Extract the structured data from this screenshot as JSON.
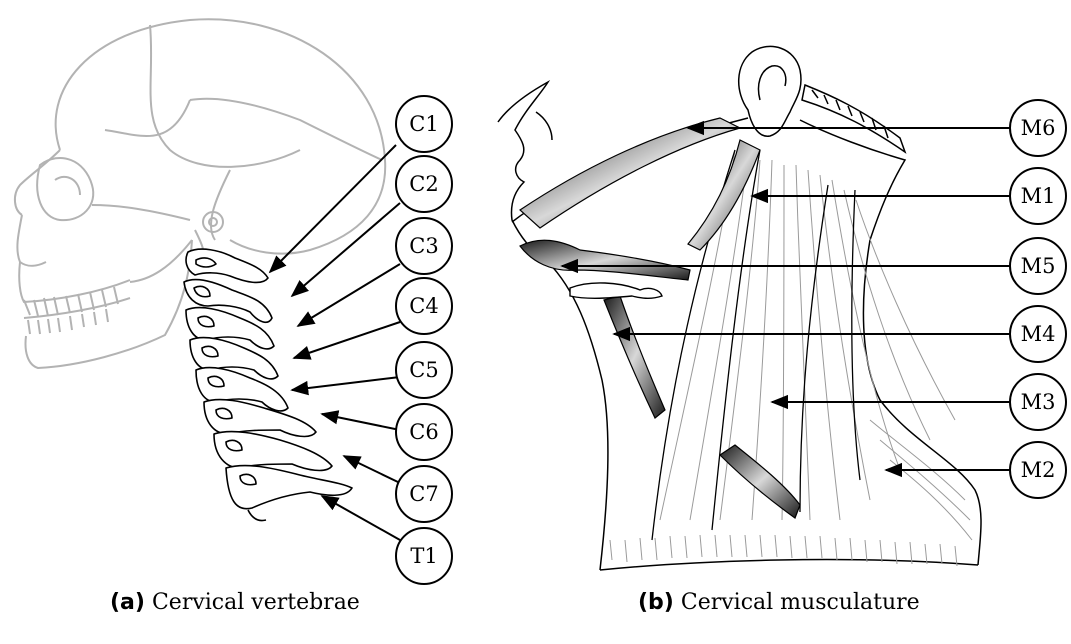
{
  "panel_a": {
    "labels": [
      "C1",
      "C2",
      "C3",
      "C4",
      "C5",
      "C6",
      "C7",
      "T1"
    ],
    "caption_tag": "(a)",
    "caption_text": "Cervical vertebrae"
  },
  "panel_b": {
    "labels": [
      "M6",
      "M1",
      "M5",
      "M4",
      "M3",
      "M2"
    ],
    "caption_tag": "(b)",
    "caption_text": "Cervical musculature"
  },
  "colors": {
    "skull_line": "#b3b3b3",
    "ink": "#000000",
    "muscle_line": "#9a9a9a"
  }
}
